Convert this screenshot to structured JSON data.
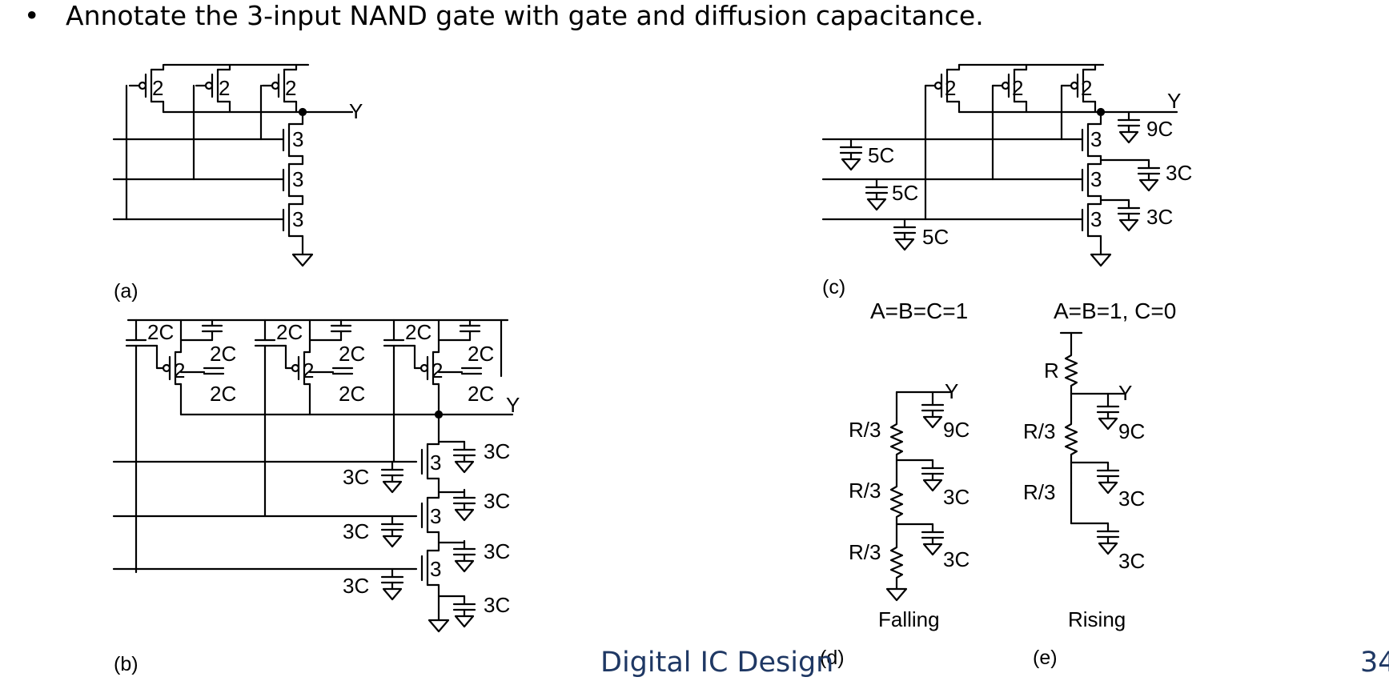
{
  "slide": {
    "bullet": "•",
    "text": "Annotate the 3-input NAND gate with gate and diffusion capacitance.",
    "footer": "Digital IC Design",
    "page_number": "34"
  },
  "panels": {
    "a": "(a)",
    "b": "(b)",
    "c": "(c)",
    "d": "(d)",
    "e": "(e)"
  },
  "labels": {
    "output": "Y",
    "pmos_width": "2",
    "nmos_width": "3",
    "cap_2c": "2C",
    "cap_3c": "3C",
    "cap_5c": "5C",
    "cap_9c": "9C",
    "res_r": "R",
    "res_r3": "R/3"
  },
  "conditions": {
    "falling_inputs": "A=B=C=1",
    "rising_inputs": "A=B=1, C=0",
    "falling": "Falling",
    "rising": "Rising"
  }
}
